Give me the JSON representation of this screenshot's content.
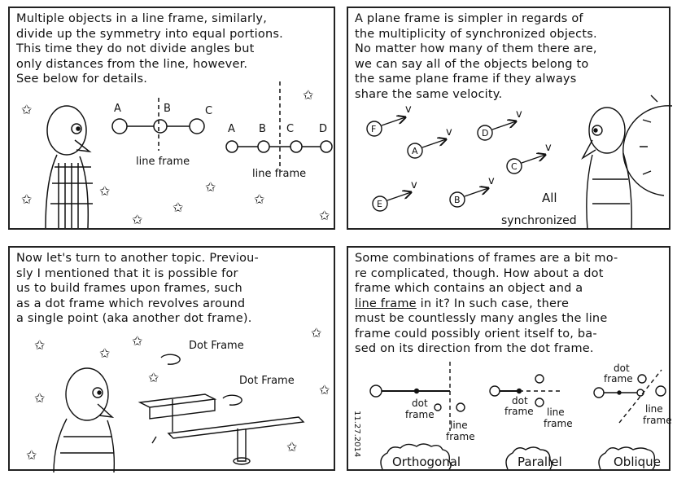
{
  "panel1": {
    "lines": [
      "Multiple objects in a line frame, similarly,",
      "divide up the symmetry into equal portions.",
      "This time they do not divide angles but",
      "only distances from the line, however.",
      "See below for details."
    ],
    "diagram1": {
      "labels": [
        "A",
        "B",
        "C"
      ],
      "caption": "line frame"
    },
    "diagram2": {
      "labels": [
        "A",
        "B",
        "C",
        "D"
      ],
      "caption": "line frame"
    }
  },
  "panel2": {
    "lines": [
      "A plane frame is simpler in regards of",
      "the multiplicity of synchronized objects.",
      "No matter how many of them there are,",
      "we can say all of the objects belong to",
      "the same plane frame if they always",
      "share the same velocity."
    ],
    "objects": [
      "F",
      "A",
      "D",
      "C",
      "E",
      "B"
    ],
    "velocity_label": "v",
    "caption_line1": "All",
    "caption_line2": "synchronized"
  },
  "panel3": {
    "lines": [
      "Now let's turn to another topic. Previou-",
      "sly I mentioned that it is possible for",
      "us to build frames upon frames, such",
      "as a dot frame which revolves around",
      "a single point (aka another dot frame)."
    ],
    "label_top": "Dot Frame",
    "label_bottom": "Dot Frame"
  },
  "panel4": {
    "lines_before": [
      "Some combinations of frames are a bit mo-",
      "re complicated, though. How about a dot",
      "frame which contains an object and a"
    ],
    "underlined": "line frame",
    "line4_rest": " in it? In such case, there",
    "lines_after": [
      "must be countlessly many angles the line",
      "frame could possibly orient itself to, ba-",
      "sed on its direction from the dot frame."
    ],
    "dot_frame": [
      "dot",
      "frame"
    ],
    "line_frame": [
      "line",
      "frame"
    ],
    "cases": [
      "Orthogonal",
      "Parallel",
      "Oblique"
    ],
    "date": "11.27.2014"
  }
}
